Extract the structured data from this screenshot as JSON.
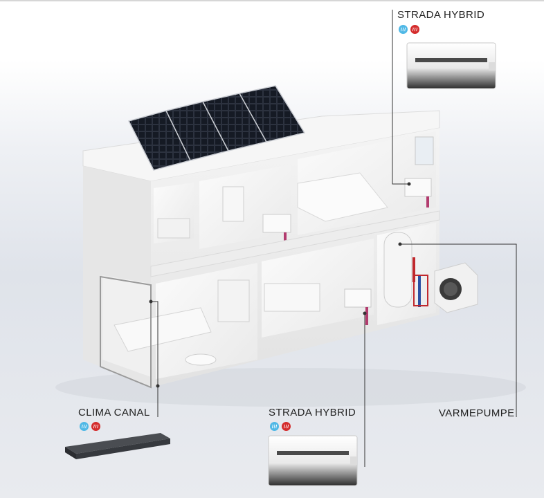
{
  "labels": {
    "strada_top": "STRADA HYBRID",
    "strada_bottom": "STRADA HYBRID",
    "clima_canal": "CLIMA CANAL",
    "varmepumpe": "VARMEPUMPE"
  },
  "icons": {
    "cooling": "cooling-wave-icon",
    "heating": "heating-wave-icon"
  },
  "colors": {
    "cooling": "#4fb8e6",
    "heating": "#d42b2b",
    "callout_line": "#333333"
  }
}
